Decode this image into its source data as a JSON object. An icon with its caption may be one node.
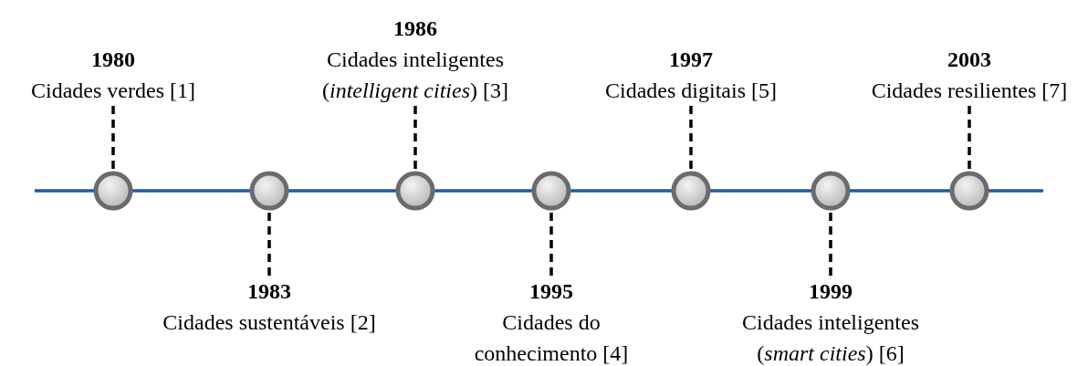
{
  "diagram": {
    "nodes": [
      {
        "text": [],
        "shape": "circle"
      },
      {
        "text": [],
        "shape": "circle"
      },
      {
        "text": [],
        "shape": "circle"
      },
      {
        "text": [],
        "shape": "circle"
      },
      {
        "text": [],
        "shape": "circle"
      },
      {
        "text": [],
        "shape": "circle"
      },
      {
        "text": [],
        "shape": "circle"
      },
      {
        "text": [
          "1980",
          "Cidades verdes [1]"
        ]
      },
      {
        "text": [
          "1983",
          "Cidades sustentáveis [2]"
        ]
      },
      {
        "text": [
          "1986",
          "Cidades inteligentes (*intelligent cities*) [3]"
        ]
      },
      {
        "text": [
          "1995",
          "Cidades do conhecimento [4]"
        ]
      },
      {
        "text": [
          "1997",
          "Cidades digitais [5]"
        ]
      },
      {
        "text": [
          "1999",
          "Cidades inteligentes (*smart cities*) [6]"
        ]
      },
      {
        "text": [
          "2003",
          "Cidades resilientes [7]"
        ]
      }
    ],
    "edges": [
      {
        "from": 7,
        "to": 0,
        "arrow": "none",
        "style": "dashed"
      },
      {
        "from": 8,
        "to": 1,
        "arrow": "none",
        "style": "dashed"
      },
      {
        "from": 9,
        "to": 2,
        "arrow": "none",
        "style": "dashed"
      },
      {
        "from": 10,
        "to": 3,
        "arrow": "none",
        "style": "dashed"
      },
      {
        "from": 11,
        "to": 4,
        "arrow": "none",
        "style": "dashed"
      },
      {
        "from": 12,
        "to": 5,
        "arrow": "none",
        "style": "dashed"
      },
      {
        "from": 13,
        "to": 6,
        "arrow": "none",
        "style": "dashed"
      }
    ]
  }
}
